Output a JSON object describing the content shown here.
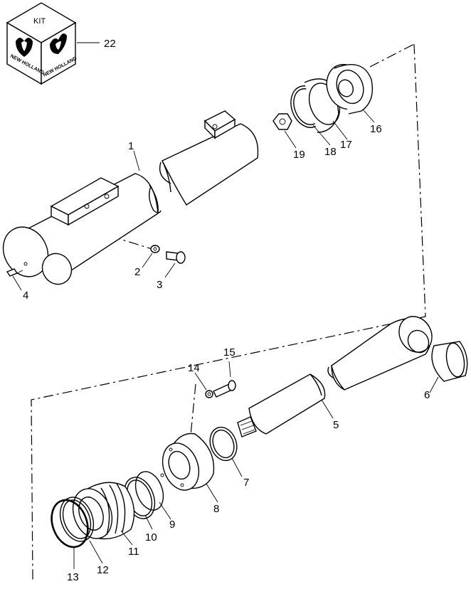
{
  "kit": {
    "label": "KIT",
    "brand_left": "NEW HOLLAND",
    "brand_right": "NEW HOLLAND",
    "callout": "22"
  },
  "callouts": {
    "c1": "1",
    "c2": "2",
    "c3": "3",
    "c4": "4",
    "c5": "5",
    "c6": "6",
    "c7": "7",
    "c8": "8",
    "c9": "9",
    "c10": "10",
    "c11": "11",
    "c12": "12",
    "c13": "13",
    "c14": "14",
    "c15": "15",
    "c16": "16",
    "c17": "17",
    "c18": "18",
    "c19": "19"
  }
}
